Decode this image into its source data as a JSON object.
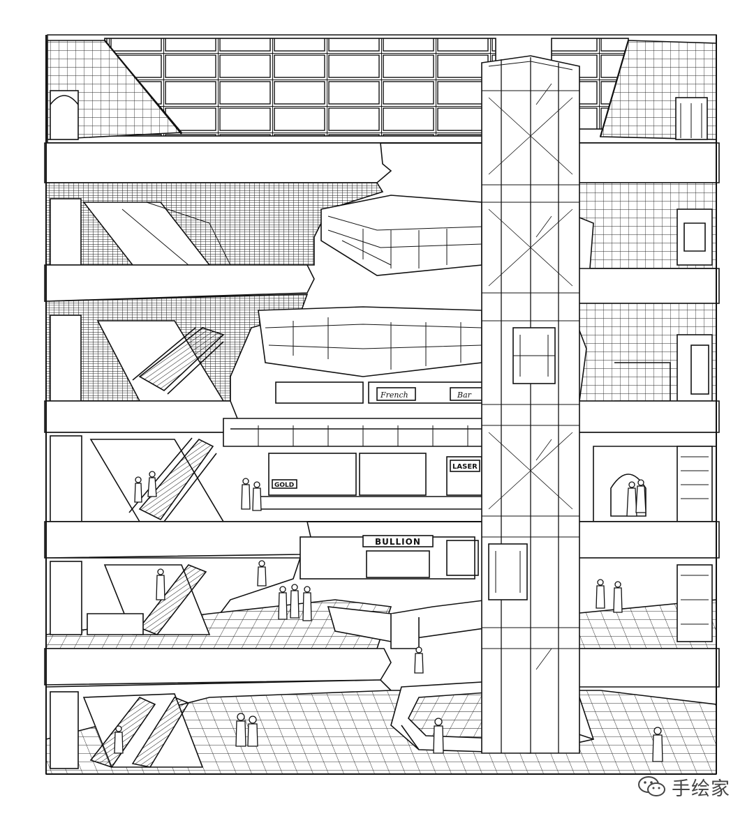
{
  "illustration": {
    "signs": {
      "gold": "GOLD",
      "laser": "LASER",
      "bullion": "BULLION",
      "french": "French",
      "bar": "Bar"
    }
  },
  "watermark": {
    "text": "手绘家",
    "icon": "wechat-icon"
  },
  "colors": {
    "ink": "#111111",
    "paper": "#ffffff",
    "watermark": "#444444"
  }
}
